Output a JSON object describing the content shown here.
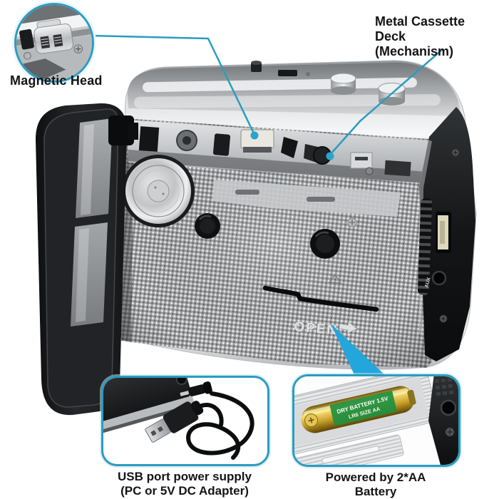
{
  "annotations": {
    "magnetic_head": {
      "label": "Magnetic Head"
    },
    "cassette_deck": {
      "line1": "Metal Cassette Deck",
      "line2": "(Mechanism)"
    },
    "usb_power": {
      "line1": "USB port power supply",
      "line2": "(PC or 5V DC Adapter)"
    },
    "battery_power": {
      "line1": "Powered by 2*AA",
      "line2": "Battery"
    }
  },
  "device_markings": {
    "open_label": "OPEN",
    "aux_label": "AUX"
  },
  "battery_markings": {
    "line1": "DRY BATTERY 1.5V",
    "line2": "LR6 SIZE AA"
  },
  "icons": {
    "open_arrow": "rightwards-open-arrow",
    "callout_dot": "pointer-dot",
    "pointer_triangle": "triangle-pointer"
  },
  "colors": {
    "callout_teal": "#2b9cc0",
    "pointer_blue": "#22a6dc",
    "label_text": "#141414",
    "battery_gold": "#e3bd44",
    "battery_label_green": "#1f8f3f",
    "background": "#ffffff"
  }
}
